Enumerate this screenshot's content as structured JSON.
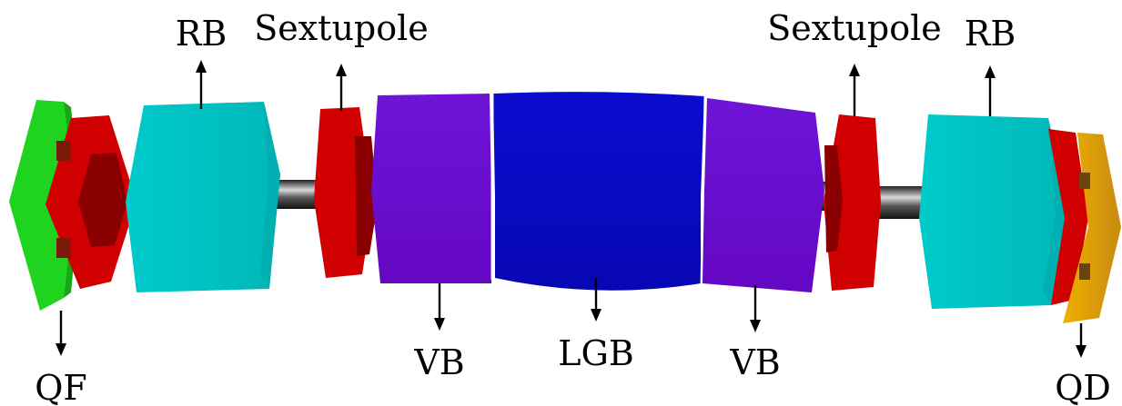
{
  "diagram": {
    "labels": {
      "qf": "QF",
      "rb_left": "RB",
      "sext_left": "Sextupole",
      "vb_left": "VB",
      "lgb": "LGB",
      "vb_right": "VB",
      "sext_right": "Sextupole",
      "rb_right": "RB",
      "qd": "QD"
    },
    "colors": {
      "qf": "#1fd41f",
      "quad_red": "#d10000",
      "rb": "#00c8c8",
      "vb": "#6a0fd0",
      "lgb": "#0a0ac4",
      "qd": "#d89a12",
      "beam_pipe": "#3a3a3a"
    }
  }
}
